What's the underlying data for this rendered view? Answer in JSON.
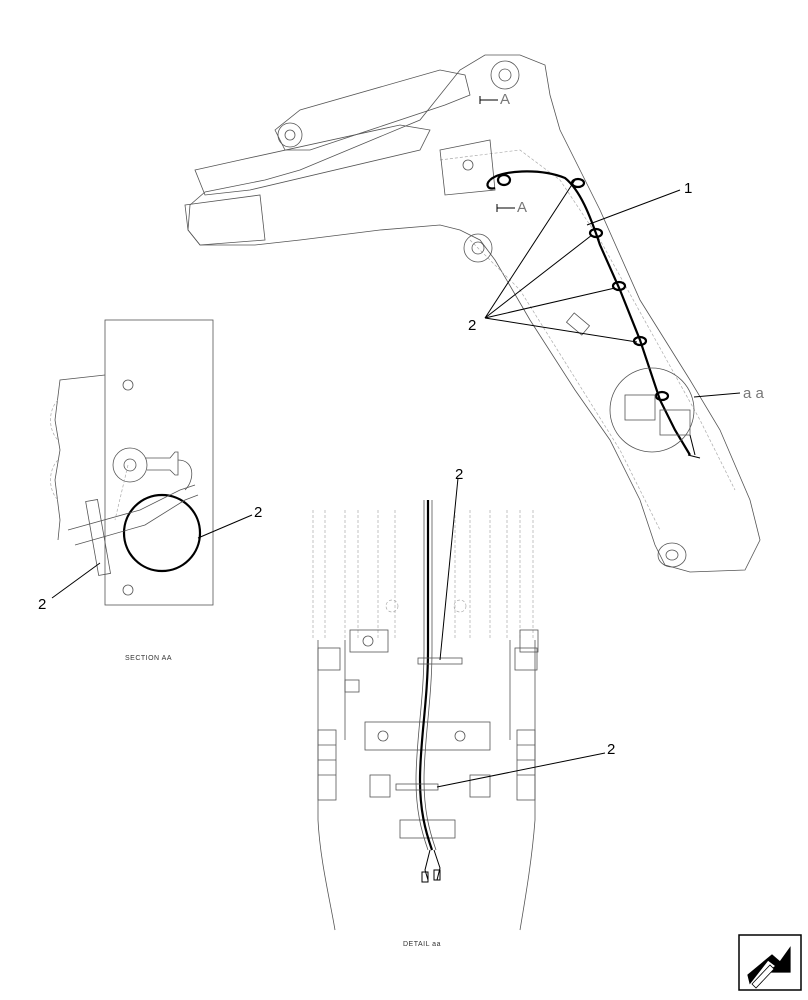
{
  "callouts": {
    "hose_assembly": "1",
    "clamp_main_view": "2",
    "clamp_section_left": "2",
    "clamp_section_right": "2",
    "clamp_detail_top": "2",
    "clamp_detail_bottom": "2"
  },
  "section_marks": {
    "upper_arrow": "A",
    "lower_arrow": "A",
    "detail_ref": "a a"
  },
  "captions": {
    "section": "SECTION AA",
    "detail": "DETAIL aa"
  },
  "icons": {
    "nav_icon": "next-page-arrow-icon"
  }
}
